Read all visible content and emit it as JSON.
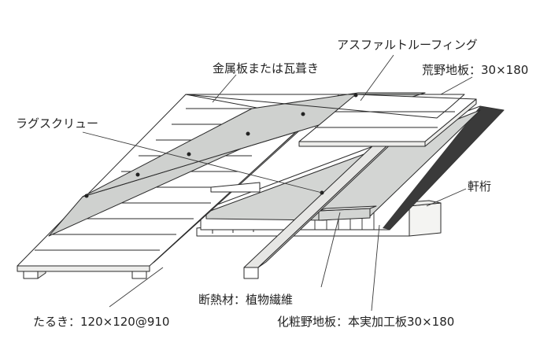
{
  "labels": {
    "roofing": "金属板または瓦葺き",
    "asphalt": "アスファルトルーフィング",
    "sheathing": "荒野地板：30×180",
    "lag_screw": "ラグスクリュー",
    "eave_beam": "軒桁",
    "insulation": "断熱材：植物繊維",
    "rafter": "たるき：120×120@910",
    "ceiling_board": "化粧野地板：本実加工板30×180"
  },
  "colors": {
    "outline": "#2a2a2a",
    "board_fill": "#ffffff",
    "roofing_felt": "#cfd1cf",
    "insulation": "#d3d5d3",
    "timber_side": "#e6e6e4",
    "dark_edge": "#3a3a3a"
  }
}
